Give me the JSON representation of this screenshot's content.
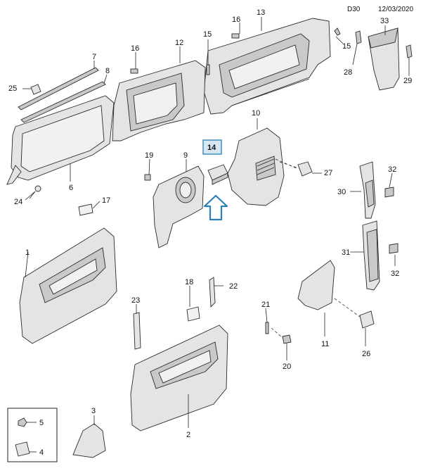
{
  "header": {
    "code": "D30",
    "date": "12/03/2020"
  },
  "highlight": {
    "part": "14",
    "accent": "#2b7fb3"
  },
  "labels": {
    "p1": "1",
    "p2": "2",
    "p3": "3",
    "p4": "4",
    "p5": "5",
    "p6": "6",
    "p7": "7",
    "p8": "8",
    "p9": "9",
    "p10": "10",
    "p11": "11",
    "p12": "12",
    "p13": "13",
    "p14": "14",
    "p15a": "15",
    "p15b": "15",
    "p16a": "16",
    "p16b": "16",
    "p17": "17",
    "p18": "18",
    "p19": "19",
    "p20": "20",
    "p21": "21",
    "p22": "22",
    "p23": "23",
    "p24": "24",
    "p25": "25",
    "p26": "26",
    "p27": "27",
    "p28": "28",
    "p29": "29",
    "p30": "30",
    "p31": "31",
    "p32a": "32",
    "p32b": "32",
    "p33": "33"
  }
}
